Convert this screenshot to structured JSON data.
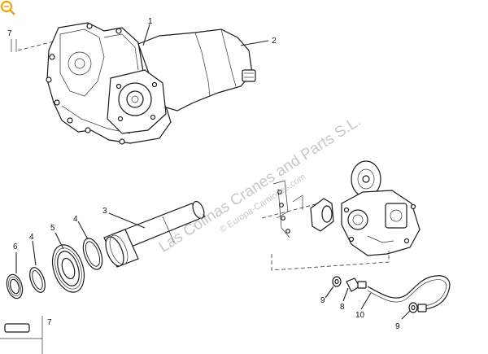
{
  "callouts": {
    "c1": "1",
    "c2": "2",
    "c3": "3",
    "c4a": "4",
    "c4b": "4",
    "c5": "5",
    "c6": "6",
    "c7a": "7",
    "c7b": "7",
    "c8": "8",
    "c9a": "9",
    "c9b": "9",
    "c10": "10"
  },
  "watermark": {
    "line1": "Las Colinas Cranes and Parts S.L.",
    "line2": "© Europa-Camiones.com"
  },
  "icons": {
    "zoom": "magnifier-icon"
  },
  "colors": {
    "zoom": "#f2a10d",
    "watermark": "#9a9a9a"
  }
}
